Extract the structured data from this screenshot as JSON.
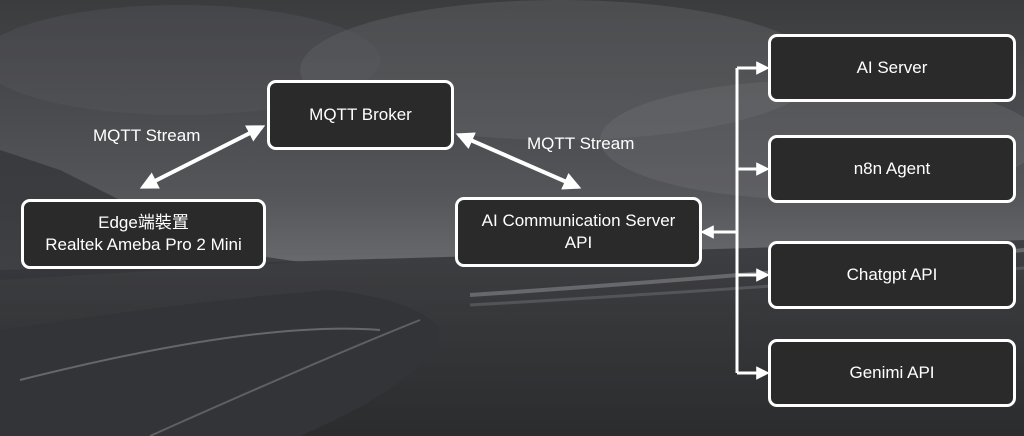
{
  "nodes": {
    "edge": {
      "line1": "Edge端裝置",
      "line2": "Realtek Ameba Pro 2 Mini"
    },
    "broker": {
      "label": "MQTT Broker"
    },
    "server": {
      "line1": "AI Communication Server",
      "line2": "API"
    },
    "ai_server": {
      "label": "AI Server"
    },
    "n8n": {
      "label": "n8n Agent"
    },
    "chatgpt": {
      "label": "Chatgpt API"
    },
    "genimi": {
      "label": "Genimi API"
    }
  },
  "edges": {
    "left_label": "MQTT Stream",
    "right_label": "MQTT Stream"
  },
  "colors": {
    "box_fill": "#2a2a2a",
    "box_border": "#ffffff",
    "arrow": "#ffffff"
  }
}
